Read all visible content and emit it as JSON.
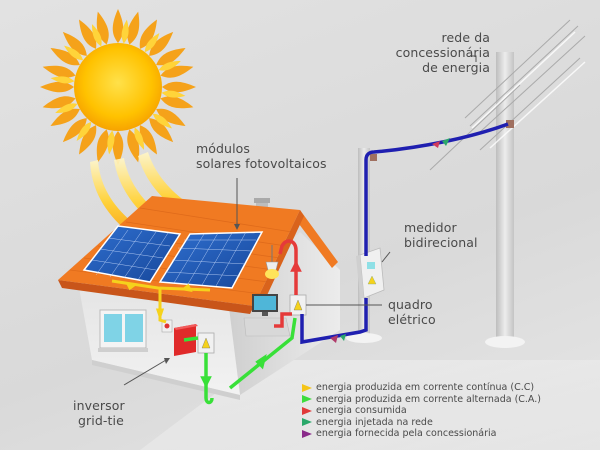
{
  "labels": {
    "modules": [
      "módulos",
      "solares fotovoltaicos"
    ],
    "grid": [
      "rede da",
      "concessionária",
      "de energia"
    ],
    "meter": [
      "medidor",
      "bidirecional"
    ],
    "panel": [
      "quadro",
      "elétrico"
    ],
    "inverter": [
      "inversor",
      "grid-tie"
    ]
  },
  "legend": {
    "items": [
      {
        "label": "energia produzida em corrente contínua (C.C)",
        "color": "#f5c518"
      },
      {
        "label": "energia produzida em corrente alternada (C.A.)",
        "color": "#3ddc3d"
      },
      {
        "label": "energia consumida",
        "color": "#e03a3a"
      },
      {
        "label": "energia injetada na rede",
        "color": "#2aa86a"
      },
      {
        "label": "energia fornecida pela concessionária",
        "color": "#8a2a8a"
      }
    ]
  },
  "colors": {
    "dc_line": "#f5d21c",
    "ac_line": "#38e038",
    "consumed_line": "#e53a3a",
    "grid_line": "#1f1fb0",
    "roof": "#f07a22",
    "panel": "#1f5fb8",
    "sun_core": "#ffc400",
    "sun_rays": "#f59b18"
  }
}
